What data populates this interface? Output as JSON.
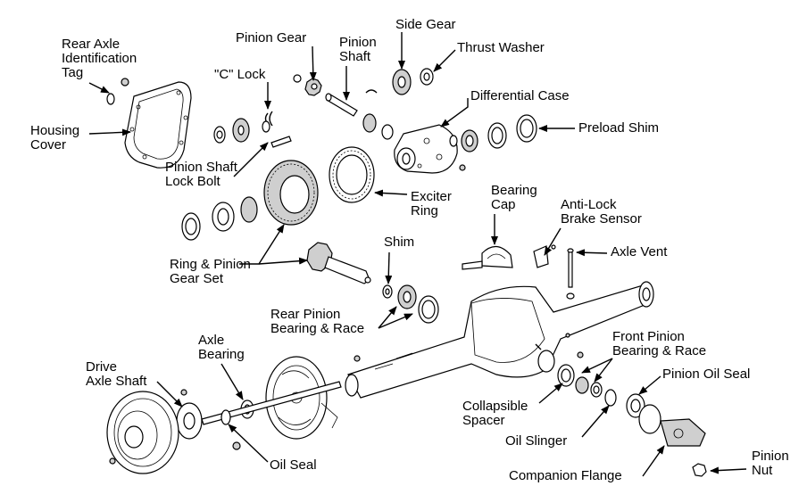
{
  "labels": {
    "rear_axle_tag": "Rear Axle\nIdentification\nTag",
    "housing_cover": "Housing\nCover",
    "pinion_gear": "Pinion Gear",
    "c_lock": "\"C\" Lock",
    "pinion_shaft": "Pinion\nShaft",
    "side_gear": "Side Gear",
    "thrust_washer": "Thrust Washer",
    "differential_case": "Differential Case",
    "preload_shim": "Preload Shim",
    "pinion_shaft_lock_bolt": "Pinion Shaft\nLock Bolt",
    "exciter_ring": "Exciter\nRing",
    "bearing_cap": "Bearing\nCap",
    "anti_lock_brake_sensor": "Anti-Lock\nBrake Sensor",
    "axle_vent": "Axle Vent",
    "shim": "Shim",
    "ring_pinion_gear_set": "Ring & Pinion\nGear Set",
    "rear_pinion_bearing_race": "Rear Pinion\nBearing & Race",
    "axle_bearing": "Axle\nBearing",
    "front_pinion_bearing_race": "Front Pinion\nBearing & Race",
    "drive_axle_shaft": "Drive\nAxle Shaft",
    "pinion_oil_seal": "Pinion Oil Seal",
    "collapsible_spacer": "Collapsible\nSpacer",
    "oil_slinger": "Oil Slinger",
    "oil_seal": "Oil Seal",
    "pinion_nut": "Pinion\nNut",
    "companion_flange": "Companion Flange"
  }
}
